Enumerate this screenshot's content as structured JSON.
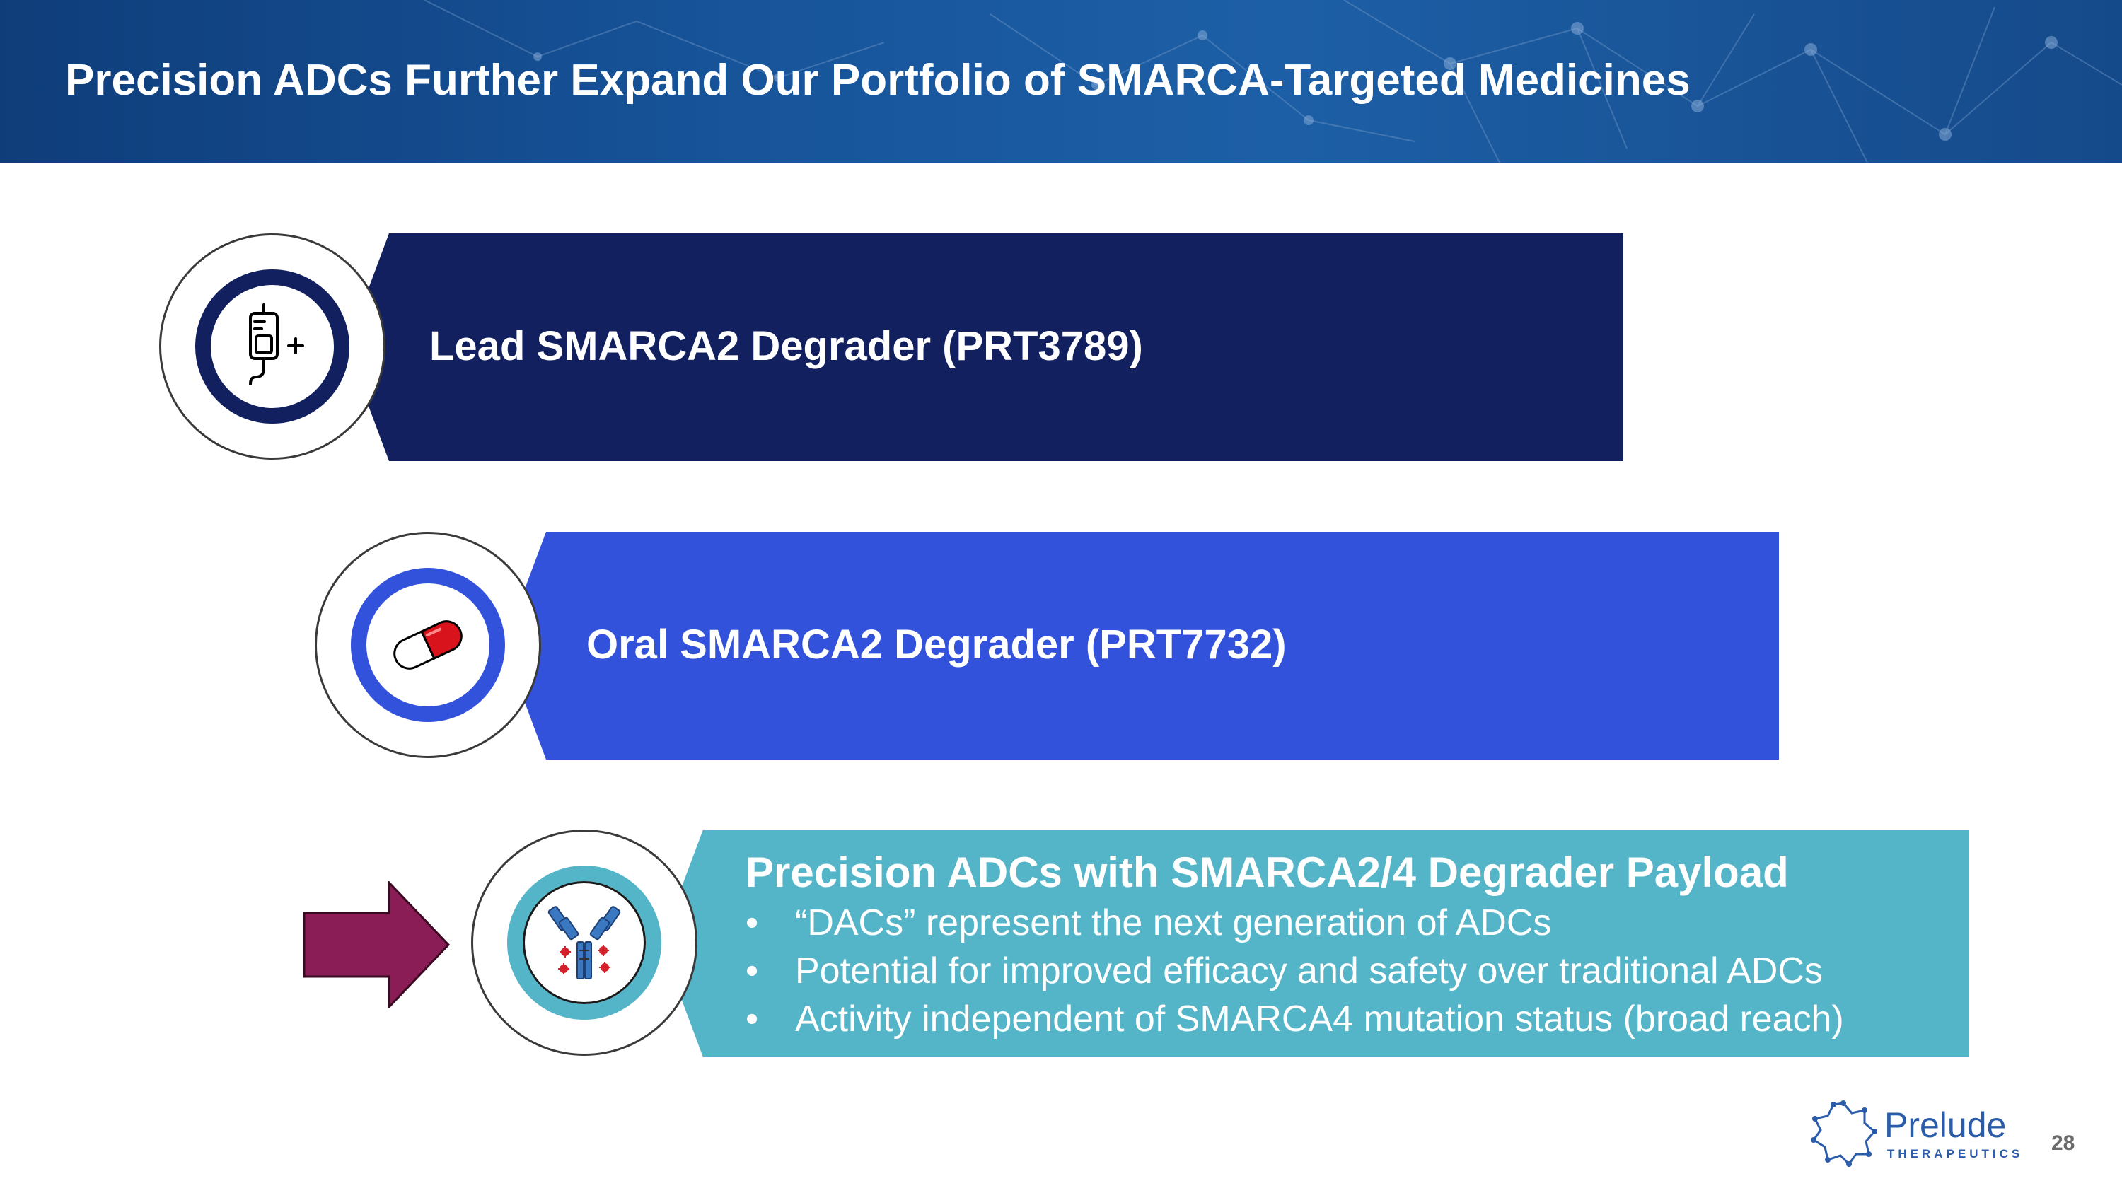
{
  "header": {
    "title": "Precision ADCs Further Expand Our Portfolio of SMARCA-Targeted Medicines"
  },
  "items": [
    {
      "label": "Lead SMARCA2 Degrader (PRT3789)",
      "icon": "iv-bag-icon",
      "color": "#13205f"
    },
    {
      "label": "Oral SMARCA2 Degrader (PRT7732)",
      "icon": "capsule-icon",
      "color": "#3352dc"
    },
    {
      "title": "Precision ADCs with SMARCA2/4 Degrader Payload",
      "icon": "antibody-icon",
      "color": "#54b5c8",
      "bullets": [
        "“DACs” represent the next generation of ADCs",
        "Potential for improved efficacy and safety over traditional ADCs",
        "Activity independent of SMARCA4 mutation status (broad reach)"
      ]
    }
  ],
  "arrow": {
    "icon": "arrow-right-icon",
    "color": "#8a1d55"
  },
  "footer": {
    "logo_name": "Prelude",
    "logo_sub": "THERAPEUTICS",
    "page_number": "28"
  }
}
